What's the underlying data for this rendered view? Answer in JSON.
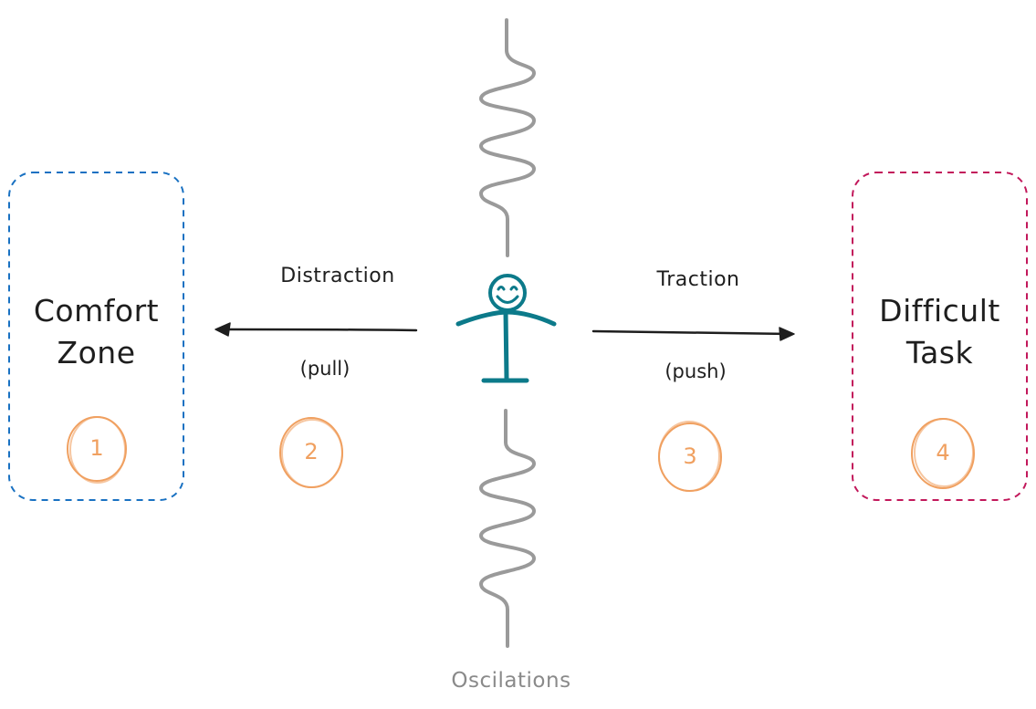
{
  "nodes": {
    "comfort_zone": {
      "line1": "Comfort",
      "line2": "Zone",
      "number": "1",
      "border_color": "#1971c2"
    },
    "difficult_task": {
      "line1": "Difficult",
      "line2": "Task",
      "number": "4",
      "border_color": "#c2185b"
    }
  },
  "edges": {
    "distraction": {
      "label": "Distraction",
      "sublabel": "(pull)",
      "number": "2"
    },
    "traction": {
      "label": "Traction",
      "sublabel": "(push)",
      "number": "3"
    }
  },
  "oscillations": {
    "label": "Oscilations",
    "color": "#9a9a9a"
  },
  "person": {
    "color": "#0c7a8a"
  },
  "colors": {
    "badge": "#f0a060",
    "text": "#1e1e1e",
    "arrow": "#1e1e1e"
  }
}
